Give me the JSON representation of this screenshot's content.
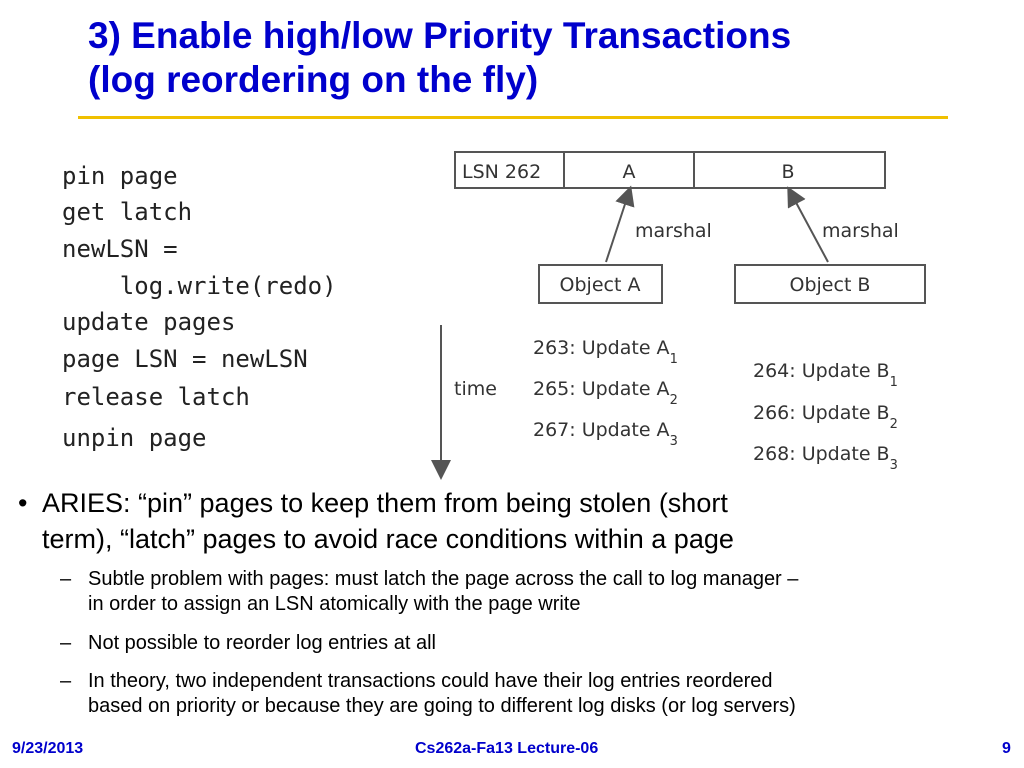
{
  "slide": {
    "title_line1": "3) Enable high/low Priority Transactions",
    "title_line2": "(log reordering on the fly)"
  },
  "code_lines": [
    "pin page",
    "get latch",
    "newLSN =",
    "    log.write(redo)",
    "update pages",
    "page LSN = newLSN",
    "release latch",
    "unpin page"
  ],
  "diagram": {
    "lsn_label": "LSN 262",
    "cell_a": "A",
    "cell_b": "B",
    "marshal_left": "marshal",
    "marshal_right": "marshal",
    "object_a": "Object A",
    "object_b": "Object B",
    "time_label": "time",
    "updates_a": [
      {
        "text": "263: Update A",
        "sub": "1"
      },
      {
        "text": "265: Update A",
        "sub": "2"
      },
      {
        "text": "267: Update A",
        "sub": "3"
      }
    ],
    "updates_b": [
      {
        "text": "264: Update B",
        "sub": "1"
      },
      {
        "text": "266: Update B",
        "sub": "2"
      },
      {
        "text": "268: Update B",
        "sub": "3"
      }
    ]
  },
  "bullets": {
    "main_marker": "•",
    "main_line1": "ARIES: “pin” pages to keep them from being stolen (short",
    "main_line2": "term), “latch” pages to avoid race conditions within a page",
    "sub_marker": "–",
    "sub1_line1": "Subtle problem with pages: must latch the page across the call to log manager –",
    "sub1_line2": "in order to assign an LSN atomically with the page write",
    "sub2_line1": "Not possible to reorder log entries at all",
    "sub3_line1": "In theory, two independent transactions could have their log entries reordered",
    "sub3_line2": "based on priority or because they are going to different log disks (or log servers)"
  },
  "footer": {
    "date": "9/23/2013",
    "course": "Cs262a-Fa13 Lecture-06",
    "page": "9"
  },
  "colors": {
    "title": "#0000cc",
    "rule": "#f0c000",
    "footer": "#0000cc"
  }
}
